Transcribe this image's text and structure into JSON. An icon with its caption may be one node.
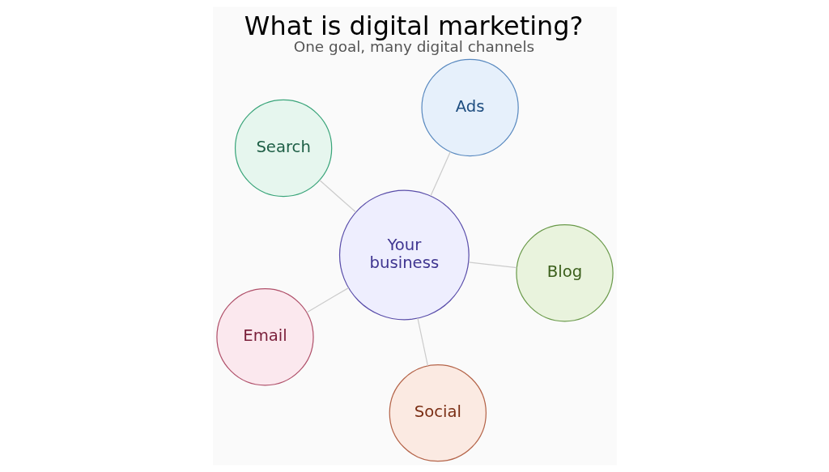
{
  "diagram": {
    "title": "What is digital marketing?",
    "caption": "One goal, many digital channels",
    "nodes": [
      {
        "text": [
          "Search"
        ]
      },
      {
        "text": [
          "Blog"
        ]
      },
      {
        "text": [
          "Social"
        ]
      },
      {
        "text": [
          "Your business"
        ]
      },
      {
        "text": [
          "Ads"
        ]
      },
      {
        "text": [
          "Email"
        ]
      }
    ],
    "edges": [
      {
        "from": 3,
        "to": 0,
        "arrow": "none"
      },
      {
        "from": 3,
        "to": 1,
        "arrow": "none"
      },
      {
        "from": 3,
        "to": 2,
        "arrow": "none"
      },
      {
        "from": 3,
        "to": 4,
        "arrow": "none"
      },
      {
        "from": 3,
        "to": 5,
        "arrow": "none"
      }
    ]
  }
}
